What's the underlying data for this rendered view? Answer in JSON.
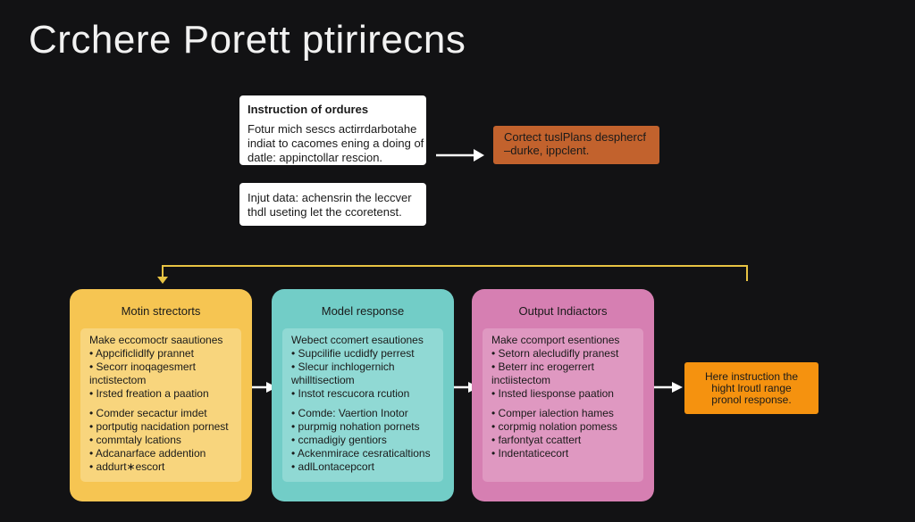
{
  "title": "Crchere Porett ptirirecns",
  "instruction_box": {
    "heading": "Instruction of ordures",
    "lines": [
      "Fotur mich sescs actirrdarbotahe",
      "indiat to cacomes ening a doing of",
      "datle: appinctollar rescion."
    ]
  },
  "input_box": {
    "lines": [
      "Injut data: achensrin the leccver",
      "thdl useting let the ccoretenst."
    ]
  },
  "result_box": {
    "lines": [
      "Cortect tuslPlans desphercf",
      "–durke, ippclent."
    ]
  },
  "columns": [
    {
      "title": "Motin strectorts",
      "items": [
        "Make eccomoctr saautiones",
        "• Appcificlidlfy prannet",
        "• Secorr inoqagesmert",
        "   inctistectom",
        "• Irsted freation a paation",
        "• Comder secactur imdet",
        "• portputig nacidation pornest",
        "• commtaly lcations",
        "• Adcanarface addention",
        "• addurt∗escort"
      ]
    },
    {
      "title": "Model response",
      "items": [
        "Webect ccomert esautiones",
        "• Supcilifie ucdidfy perrest",
        "• Slecur inchlogernich",
        "   whilltisectiom",
        "• Instot rescucora rcution",
        "• Comde: Vaertion Inotor",
        "• purpmig nohation pornets",
        "• ccmadigiy gentiors",
        "• Ackenmirace cesraticaltions",
        "• adlLontacepcort"
      ]
    },
    {
      "title": "Output Indiactors",
      "items": [
        "Make ccomport esentiones",
        "• Setorn alecludifly pranest",
        "• Beterr inc erogerrert",
        "   inctiistectom",
        "• Insted liesponse paation",
        "• Comper ialection hames",
        "• corpmig nolation pomess",
        "• farfontyat ccattert",
        "• Indentaticecort"
      ]
    }
  ],
  "final_box": {
    "lines": [
      "Here instruction the",
      "hight lroutl range",
      "pronol response."
    ]
  },
  "colors": {
    "background": "#121214",
    "col1": "#f6c552",
    "col2": "#72cdc7",
    "col3": "#d67fb2",
    "result": "#c2622d",
    "final": "#f5920f",
    "feedback_line": "#e8c343"
  }
}
